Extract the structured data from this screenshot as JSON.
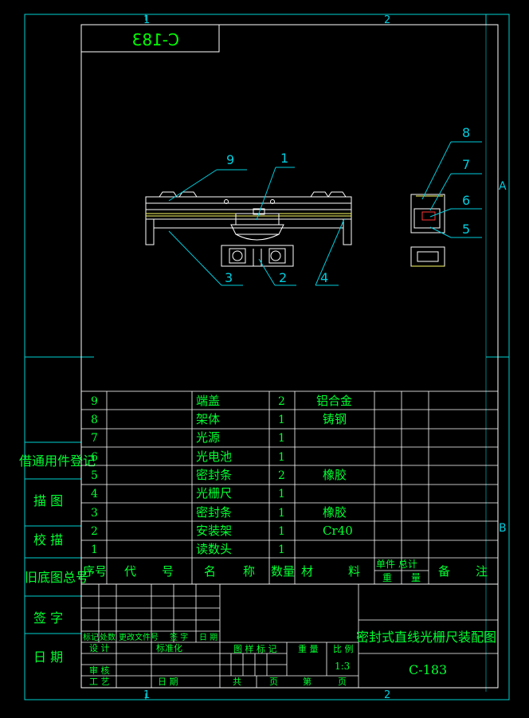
{
  "colors": {
    "border": "#00d2d2",
    "line": "#ffffff",
    "label": "#00ff33",
    "leader": "#00ccdd",
    "highlight": "#ffff66",
    "part": "#ff3333"
  },
  "drawing_code_stamp": "C-183",
  "zone_markers": {
    "top": [
      "1",
      "2"
    ],
    "bottom": [
      "1",
      "2"
    ],
    "right": [
      "A",
      "B"
    ]
  },
  "balloons": [
    "1",
    "2",
    "3",
    "4",
    "5",
    "6",
    "7",
    "8",
    "9"
  ],
  "side_stamps": [
    "借通用件登记",
    "描 图",
    "校 描",
    "旧底图总号",
    "签 字",
    "日 期"
  ],
  "bom": {
    "rows": [
      {
        "no": "9",
        "code": "",
        "name": "端盖",
        "qty": "2",
        "material": "铝合金"
      },
      {
        "no": "8",
        "code": "",
        "name": "架体",
        "qty": "1",
        "material": "铸钢"
      },
      {
        "no": "7",
        "code": "",
        "name": "光源",
        "qty": "1",
        "material": ""
      },
      {
        "no": "6",
        "code": "",
        "name": "光电池",
        "qty": "1",
        "material": ""
      },
      {
        "no": "5",
        "code": "",
        "name": "密封条",
        "qty": "2",
        "material": "橡胶"
      },
      {
        "no": "4",
        "code": "",
        "name": "光栅尺",
        "qty": "1",
        "material": ""
      },
      {
        "no": "3",
        "code": "",
        "name": "密封条",
        "qty": "1",
        "material": "橡胶"
      },
      {
        "no": "2",
        "code": "",
        "name": "安装架",
        "qty": "1",
        "material": "Cr40"
      },
      {
        "no": "1",
        "code": "",
        "name": "读数头",
        "qty": "1",
        "material": ""
      }
    ],
    "header": {
      "no": "序号",
      "code": "代 号",
      "name": "名 称",
      "qty": "数量",
      "material": "材 料",
      "unit_total_top": "单件 总计",
      "weight": "重 量",
      "remark": "备 注"
    }
  },
  "title_block": {
    "title": "密封式直线光栅尺装配图",
    "code": "C-183",
    "scale_label": "比 例",
    "scale": "1:3",
    "weight_label": "重 量",
    "stage_label": "图 样 标 记",
    "revision_labels": [
      "标记",
      "处数",
      "更改文件号",
      "签 字",
      "日 期"
    ],
    "design": "设 计",
    "standard": "标准化",
    "review": "审 核",
    "process": "工 艺",
    "date": "日 期",
    "total_label": "共",
    "page_label": "页",
    "sheet_label": "第",
    "page_label2": "页"
  }
}
